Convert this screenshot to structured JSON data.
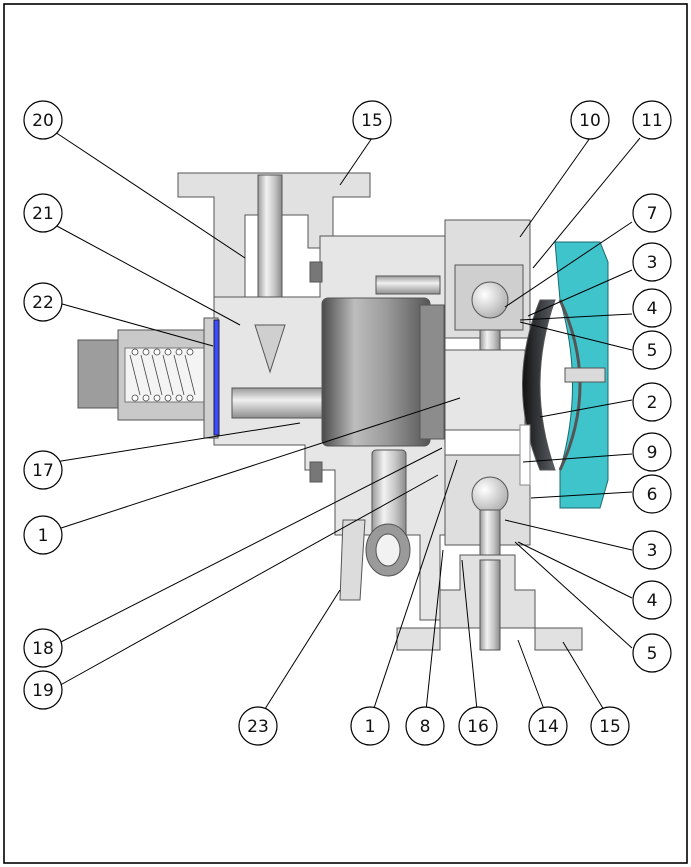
{
  "diagram": {
    "colors": {
      "frame": "#000000",
      "metal_light": "#d8d8d8",
      "metal_mid": "#b9b9b9",
      "metal_dark": "#7d7d7d",
      "cap": "#3fc4cc",
      "diaphragm": "#2c2f33"
    },
    "callouts": [
      {
        "label": "20"
      },
      {
        "label": "15"
      },
      {
        "label": "10"
      },
      {
        "label": "11"
      },
      {
        "label": "21"
      },
      {
        "label": "7"
      },
      {
        "label": "3"
      },
      {
        "label": "22"
      },
      {
        "label": "4"
      },
      {
        "label": "5"
      },
      {
        "label": "2"
      },
      {
        "label": "17"
      },
      {
        "label": "9"
      },
      {
        "label": "6"
      },
      {
        "label": "1"
      },
      {
        "label": "3"
      },
      {
        "label": "4"
      },
      {
        "label": "18"
      },
      {
        "label": "5"
      },
      {
        "label": "19"
      },
      {
        "label": "23"
      },
      {
        "label": "1"
      },
      {
        "label": "8"
      },
      {
        "label": "16"
      },
      {
        "label": "14"
      },
      {
        "label": "15"
      }
    ]
  }
}
